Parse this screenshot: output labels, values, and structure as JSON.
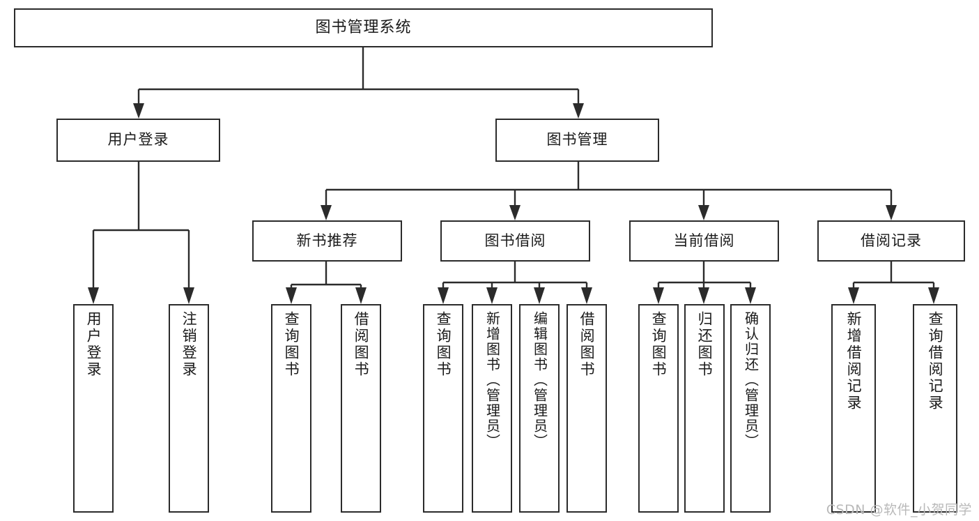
{
  "diagram": {
    "title": "图书管理系统",
    "type": "tree",
    "orientation": "top-down",
    "colors": {
      "node_border": "#2b2b2b",
      "node_fill": "#ffffff",
      "link": "#2b2b2b",
      "text": "#1a1a1a",
      "watermark": "#b9b9b9",
      "background": "#ffffff"
    },
    "levels": {
      "root": {
        "label": "图书管理系统"
      },
      "level2": [
        {
          "id": "user-login",
          "label": "用户登录"
        },
        {
          "id": "book-manage",
          "label": "图书管理"
        }
      ],
      "level3": [
        {
          "id": "new-book-rec",
          "label": "新书推荐",
          "parent": "book-manage"
        },
        {
          "id": "book-borrow",
          "label": "图书借阅",
          "parent": "book-manage"
        },
        {
          "id": "current-borrow",
          "label": "当前借阅",
          "parent": "book-manage"
        },
        {
          "id": "borrow-record",
          "label": "借阅记录",
          "parent": "book-manage"
        }
      ],
      "leaves": {
        "user-login": [
          {
            "id": "leaf-user-login",
            "label": "用户登录"
          },
          {
            "id": "leaf-logout-login",
            "label": "注销登录"
          }
        ],
        "new-book-rec": [
          {
            "id": "leaf-query-book-1",
            "label": "查询图书"
          },
          {
            "id": "leaf-borrow-book-1",
            "label": "借阅图书"
          }
        ],
        "book-borrow": [
          {
            "id": "leaf-query-book-2",
            "label": "查询图书"
          },
          {
            "id": "leaf-add-book",
            "label": "新增图书（管理员）"
          },
          {
            "id": "leaf-edit-book",
            "label": "编辑图书（管理员）"
          },
          {
            "id": "leaf-borrow-book-2",
            "label": "借阅图书"
          }
        ],
        "current-borrow": [
          {
            "id": "leaf-query-book-3",
            "label": "查询图书"
          },
          {
            "id": "leaf-return-book",
            "label": "归还图书"
          },
          {
            "id": "leaf-confirm-return",
            "label": "确认归还（管理员）"
          }
        ],
        "borrow-record": [
          {
            "id": "leaf-add-record",
            "label": "新增借阅记录"
          },
          {
            "id": "leaf-query-record",
            "label": "查询借阅记录"
          }
        ]
      }
    }
  },
  "watermark": {
    "text": "CSDN @软件_小贺同学"
  }
}
